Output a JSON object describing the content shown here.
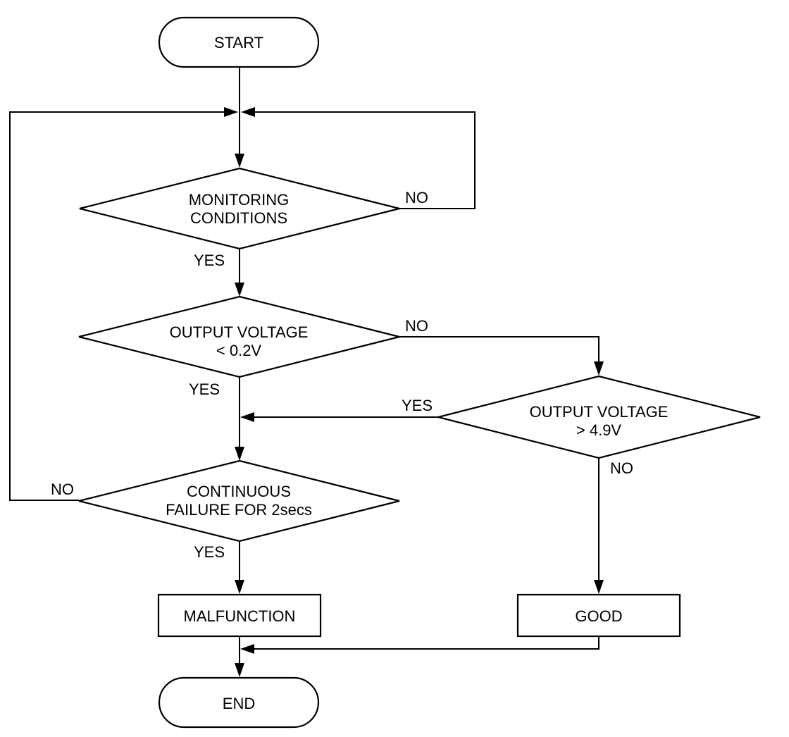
{
  "flowchart": {
    "nodes": {
      "start": {
        "type": "terminal",
        "label": "START"
      },
      "monitoring": {
        "type": "decision",
        "lines": [
          "MONITORING",
          "CONDITIONS"
        ]
      },
      "low_voltage": {
        "type": "decision",
        "lines": [
          "OUTPUT VOLTAGE",
          "< 0.2V"
        ]
      },
      "high_voltage": {
        "type": "decision",
        "lines": [
          "OUTPUT VOLTAGE",
          "> 4.9V"
        ]
      },
      "continuous": {
        "type": "decision",
        "lines": [
          "CONTINUOUS",
          "FAILURE FOR 2secs"
        ]
      },
      "malfunction": {
        "type": "process",
        "label": "MALFUNCTION"
      },
      "good": {
        "type": "process",
        "label": "GOOD"
      },
      "end": {
        "type": "terminal",
        "label": "END"
      }
    },
    "edge_labels": {
      "monitoring_no": "NO",
      "monitoring_yes": "YES",
      "low_voltage_no": "NO",
      "low_voltage_yes": "YES",
      "high_voltage_yes": "YES",
      "high_voltage_no": "NO",
      "continuous_no": "NO",
      "continuous_yes": "YES"
    }
  }
}
